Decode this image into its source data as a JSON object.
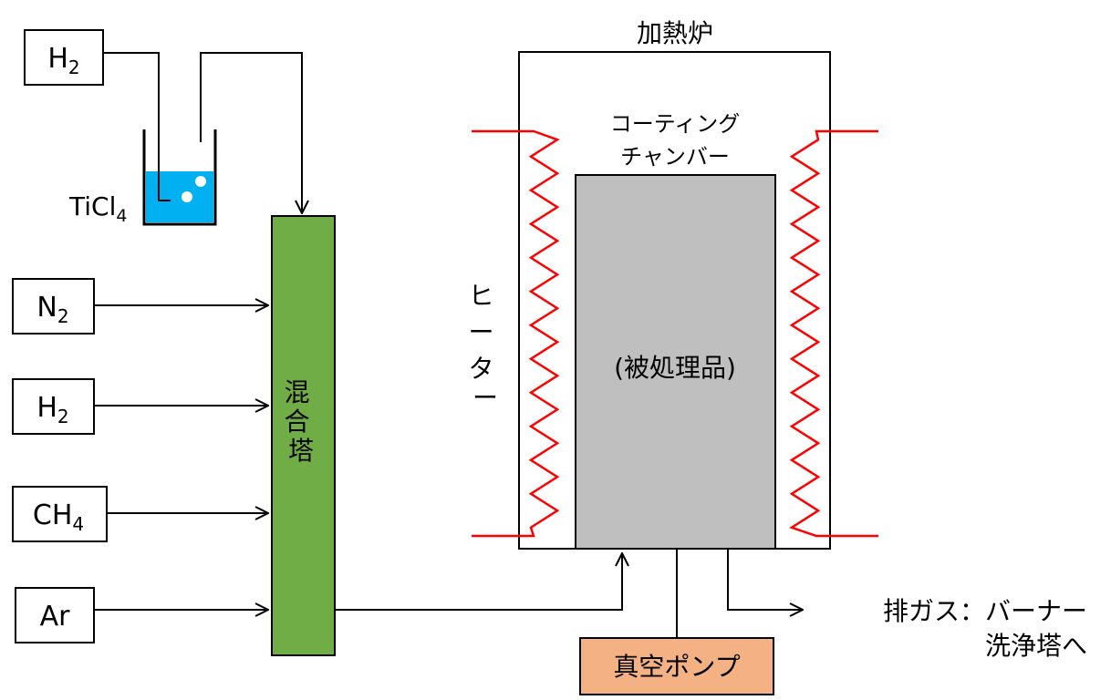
{
  "gases": [
    {
      "id": "h2_top",
      "base": "H",
      "sub": "2"
    },
    {
      "id": "n2",
      "base": "N",
      "sub": "2"
    },
    {
      "id": "h2",
      "base": "H",
      "sub": "2"
    },
    {
      "id": "ch4",
      "base": "CH",
      "sub": "4"
    },
    {
      "id": "ar",
      "base": "Ar",
      "sub": ""
    }
  ],
  "ticl4": {
    "base": "TiCl",
    "sub": "4"
  },
  "mixing_tower": {
    "label": "混合塔"
  },
  "furnace": {
    "title": "加熱炉",
    "chamber_line1": "コーティング",
    "chamber_line2": "チャンバー",
    "workpiece": "(被処理品)",
    "heater": "ヒーター"
  },
  "vacuum_pump": "真空ポンプ",
  "exhaust": {
    "line1": "排ガス：バーナー",
    "line2": "洗浄塔へ"
  },
  "colors": {
    "mixing_tower": "#70ad47",
    "workpiece": "#bfbfbf",
    "vacuum_pump": "#f4b183",
    "heater": "#ff0000",
    "liquid": "#00b0f0"
  }
}
